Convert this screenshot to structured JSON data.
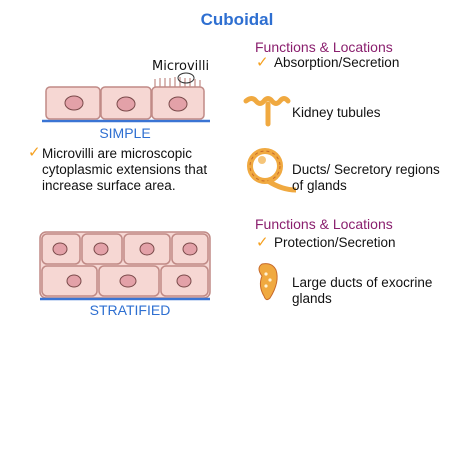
{
  "title": "Cuboidal",
  "simple": {
    "label": "SIMPLE",
    "microvilli_label": "Microvilli",
    "note": "Microvilli are microscopic cytoplasmic extensions that increase surface area."
  },
  "stratified": {
    "label": "STRATIFIED"
  },
  "simple_functions": {
    "heading": "Functions & Locations",
    "items": [
      {
        "text": "Absorption/Secretion",
        "icon": "check-icon"
      },
      {
        "text": "Kidney tubules",
        "icon": "kidney-tubule-icon"
      },
      {
        "text": "Ducts/ Secretory regions of glands",
        "icon": "gland-duct-icon"
      }
    ]
  },
  "stratified_functions": {
    "heading": "Functions & Locations",
    "items": [
      {
        "text": "Protection/Secretion",
        "icon": "check-icon"
      },
      {
        "text": "Large ducts of exocrine glands",
        "icon": "exocrine-gland-icon"
      }
    ]
  },
  "colors": {
    "title_blue": "#2e6fd1",
    "heading_purple": "#8a1f6e",
    "check_orange": "#f5a121",
    "cell_fill": "#f6d7d3",
    "cell_stroke": "#c08a86",
    "nucleus_fill": "#e3a1a8",
    "basement_blue": "#3a74d4",
    "gland_orange": "#f0a940"
  }
}
